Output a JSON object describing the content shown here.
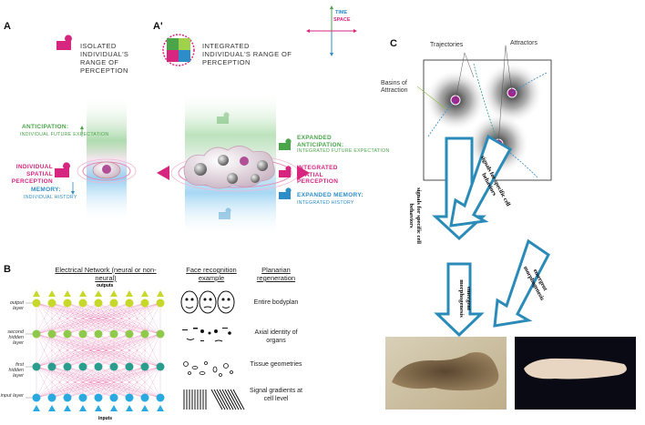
{
  "panel_a": {
    "label": "A",
    "caption": "ISOLATED INDIVIDUAL'S RANGE OF PERCEPTION",
    "anticipation_title": "ANTICIPATION:",
    "anticipation_sub": "INDIVIDUAL FUTURE EXPECTATION",
    "spatial_title": "INDIVIDUAL SPATIAL PERCEPTION",
    "memory_title": "MEMORY:",
    "memory_sub": "INDIVIDUAL HISTORY"
  },
  "panel_a2": {
    "label": "A'",
    "caption": "INTEGRATED INDIVIDUAL'S RANGE OF PERCEPTION",
    "anticipation_title": "EXPANDED ANTICIPATION:",
    "anticipation_sub": "INTEGRATED FUTURE EXPECTATION",
    "spatial_title": "INTEGRATED SPATIAL PERCEPTION",
    "memory_title": "EXPANDED MEMORY:",
    "memory_sub": "INTEGRATED HISTORY"
  },
  "axes_legend": {
    "time": "TIME",
    "space": "SPACE"
  },
  "panel_b": {
    "label": "B",
    "col_network": "Electrical Network (neural or non-neural)",
    "col_face": "Face recognition example",
    "col_planarian": "Planarian regeneration",
    "outputs": "outputs",
    "inputs": "inputs",
    "layers": [
      "output layer",
      "second hidden layer",
      "first hidden layer",
      "input layer"
    ],
    "rows": [
      "Entire bodyplan",
      "Axial identity of organs",
      "Tissue geometries",
      "Signal gradients at cell level"
    ]
  },
  "panel_c": {
    "label": "C",
    "trajectories": "Trajectories",
    "attractors": "Attractors",
    "basins": "Basins of Attraction",
    "arrow_left_1": "signals for specific cell behaviors",
    "arrow_left_2": "emergent morphogenesis",
    "arrow_right_1": "signals for specific cell behaviors",
    "arrow_right_2": "emergent morphogenesis"
  },
  "colors": {
    "magenta": "#d6267f",
    "green": "#4aa54a",
    "blue": "#2d8dc9",
    "teal": "#2a9d8f",
    "lime": "#c8d82a",
    "arrow": "#2b8bb8"
  }
}
